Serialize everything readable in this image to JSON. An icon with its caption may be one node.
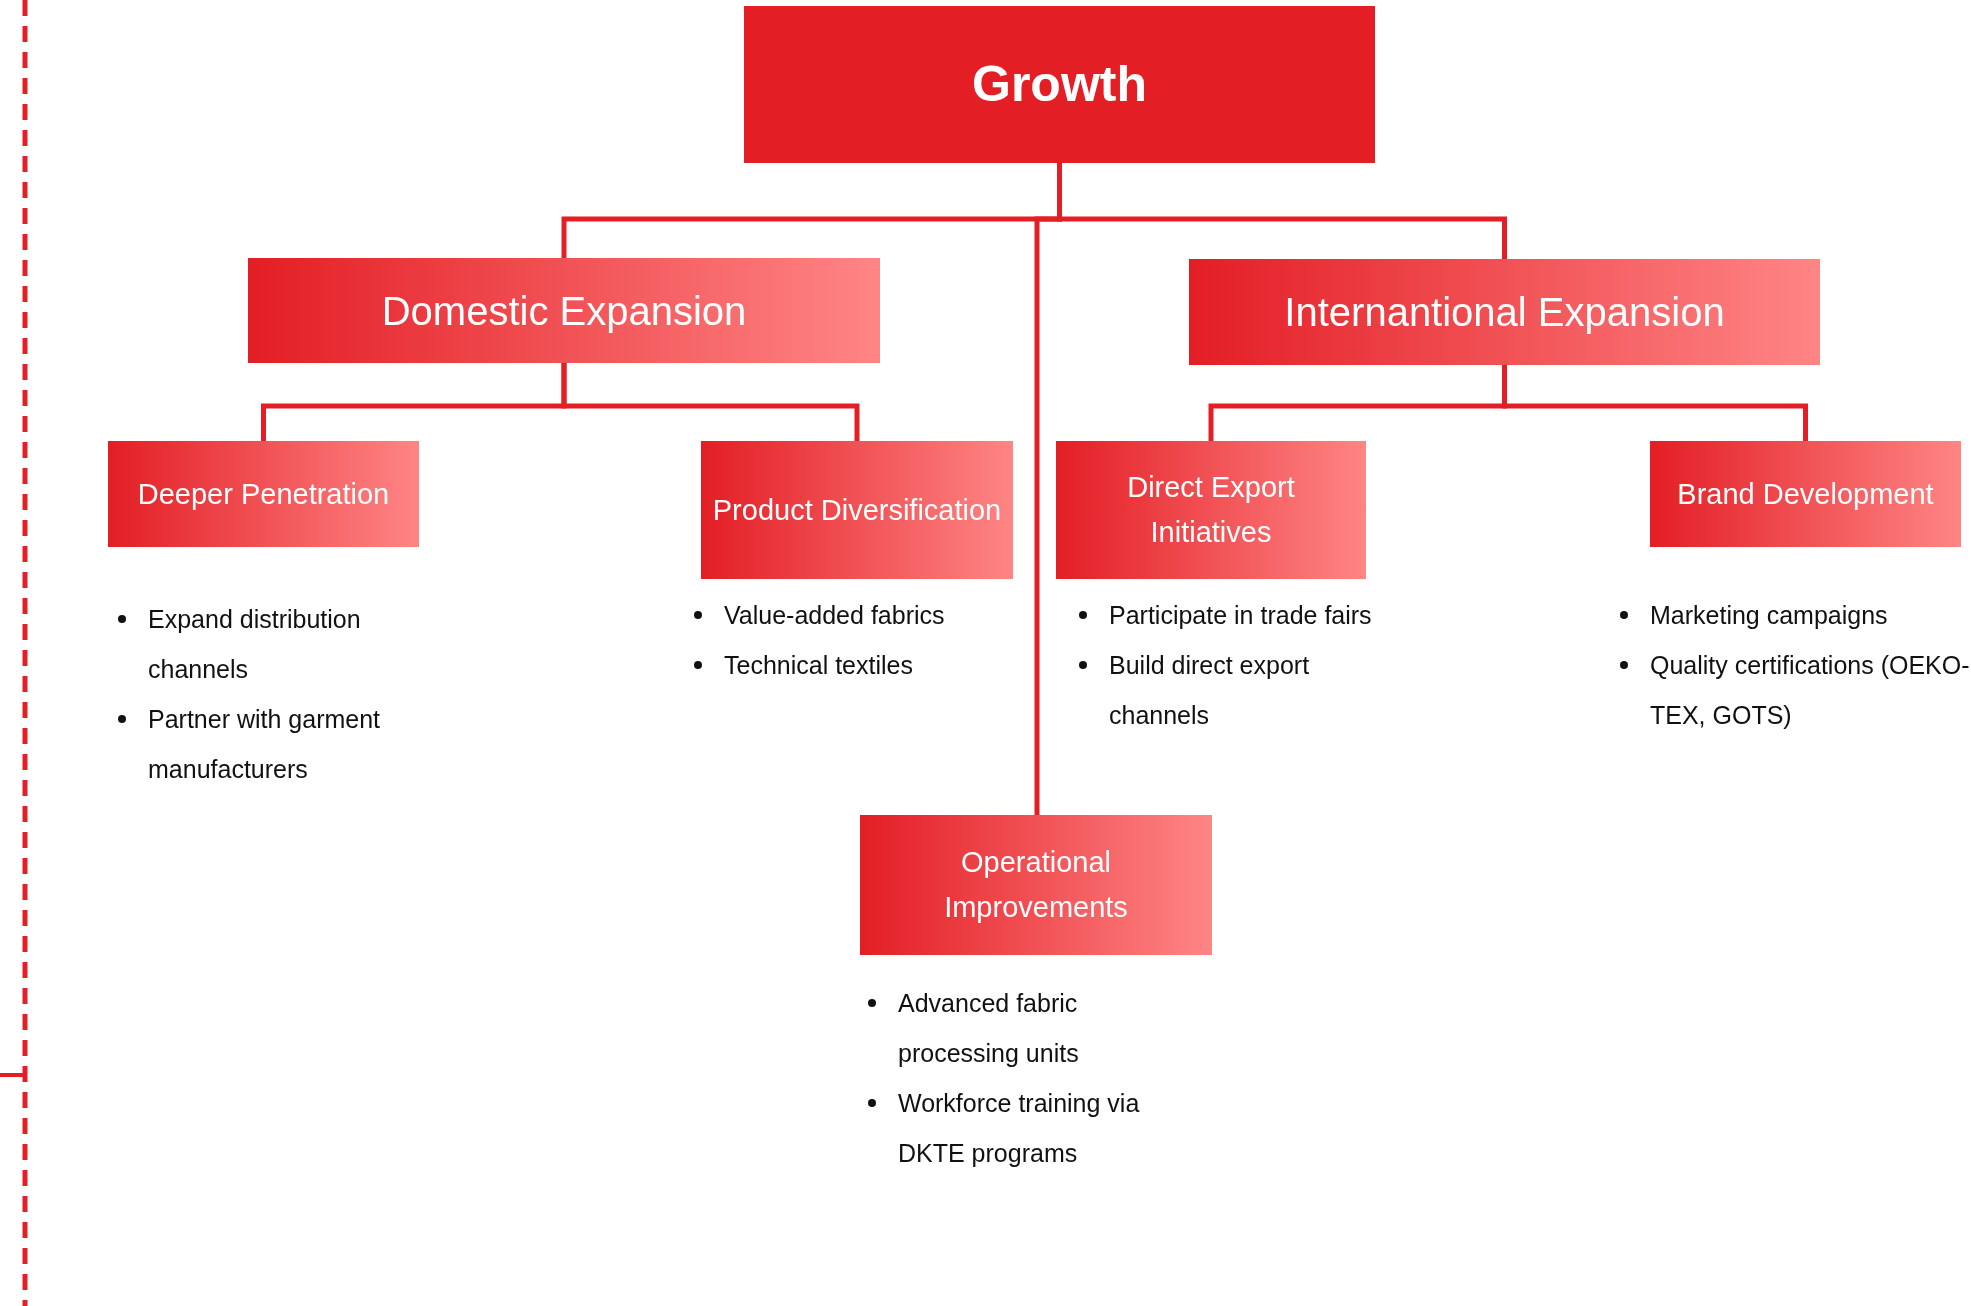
{
  "diagram": {
    "nodes": [
      {
        "text": [
          "Growth"
        ]
      },
      {
        "text": [
          "Domestic Expansion"
        ]
      },
      {
        "text": [
          "Internantional Expansion"
        ]
      },
      {
        "text": [
          "Deeper Penetration"
        ],
        "beside": [
          "Expand distribution channels",
          "Partner with garment manufacturers"
        ]
      },
      {
        "text": [
          "Product Diversification"
        ],
        "beside": [
          "Value-added fabrics",
          "Technical textiles"
        ]
      },
      {
        "text": [
          "Direct Export Initiatives"
        ],
        "beside": [
          "Participate in trade fairs",
          "Build direct export channels"
        ]
      },
      {
        "text": [
          "Brand Development"
        ],
        "beside": [
          "Marketing campaigns",
          "Quality certifications (OEKO-TEX, GOTS)"
        ]
      },
      {
        "text": [
          "Operational Improvements"
        ],
        "beside": [
          "Advanced fabric processing units",
          "Workforce training via DKTE programs"
        ]
      }
    ],
    "edges": [
      {
        "from": 0,
        "to": 1,
        "arrow": "none"
      },
      {
        "from": 0,
        "to": 2,
        "arrow": "none"
      },
      {
        "from": 0,
        "to": 7,
        "arrow": "none"
      },
      {
        "from": 1,
        "to": 3,
        "arrow": "none"
      },
      {
        "from": 1,
        "to": 4,
        "arrow": "none"
      },
      {
        "from": 2,
        "to": 5,
        "arrow": "none"
      },
      {
        "from": 2,
        "to": 6,
        "arrow": "none"
      }
    ]
  }
}
